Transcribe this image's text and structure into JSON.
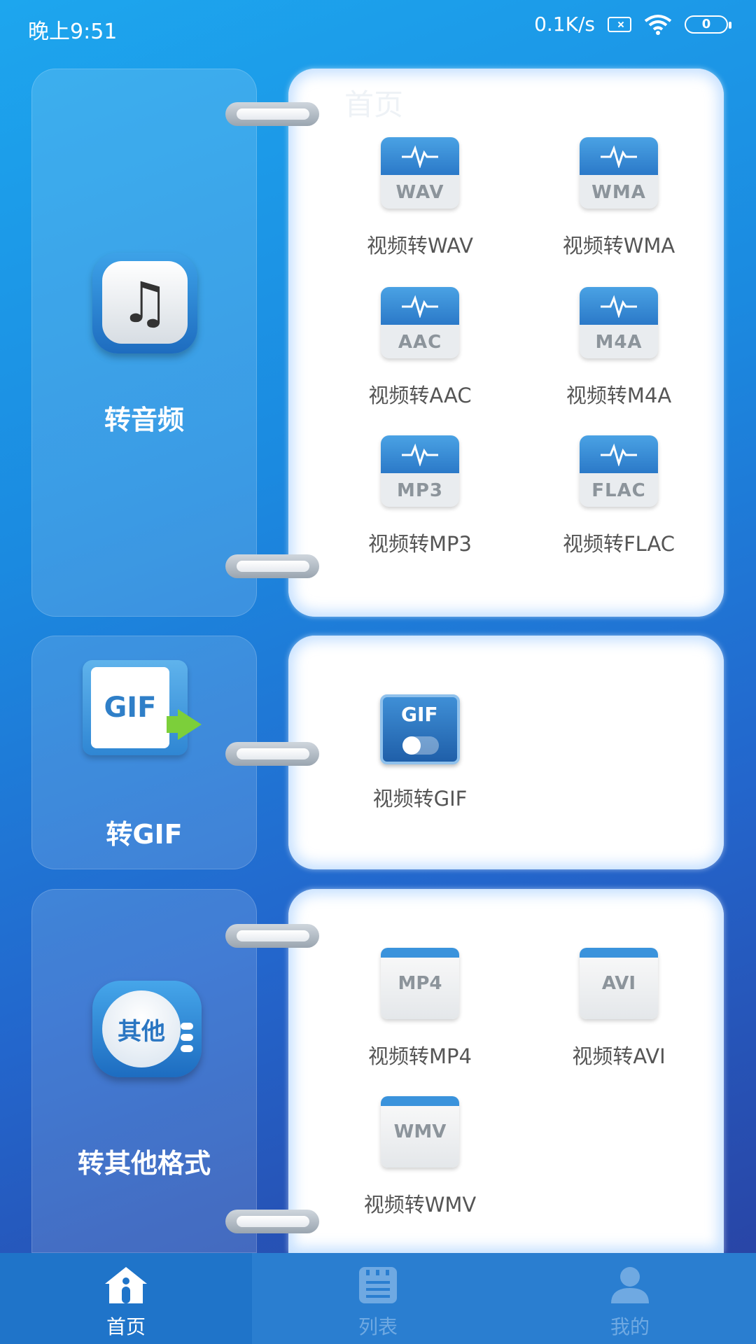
{
  "status": {
    "time": "晚上9:51",
    "speed": "0.1K/s",
    "battery": "0"
  },
  "page": {
    "title_ghost": "首页"
  },
  "categories": {
    "audio": {
      "label": "转音频",
      "icon": "music-note-icon"
    },
    "gif": {
      "label": "转GIF",
      "icon": "gif-convert-icon",
      "icon_text": "GIF"
    },
    "other": {
      "label": "转其他格式",
      "icon": "other-format-icon",
      "icon_text": "其他"
    }
  },
  "audio_items": [
    {
      "label": "视频转WAV",
      "ext": "WAV"
    },
    {
      "label": "视频转WMA",
      "ext": "WMA"
    },
    {
      "label": "视频转AAC",
      "ext": "AAC"
    },
    {
      "label": "视频转M4A",
      "ext": "M4A"
    },
    {
      "label": "视频转MP3",
      "ext": "MP3"
    },
    {
      "label": "视频转FLAC",
      "ext": "FLAC"
    }
  ],
  "gif_items": [
    {
      "label": "视频转GIF",
      "ext": "GIF"
    }
  ],
  "other_items": [
    {
      "label": "视频转MP4",
      "ext": "MP4"
    },
    {
      "label": "视频转AVI",
      "ext": "AVI"
    },
    {
      "label": "视频转WMV",
      "ext": "WMV"
    }
  ],
  "nav": [
    {
      "label": "首页",
      "icon": "home-icon",
      "active": true
    },
    {
      "label": "列表",
      "icon": "list-icon",
      "active": false
    },
    {
      "label": "我的",
      "icon": "user-icon",
      "active": false
    }
  ],
  "colors": {
    "accent": "#1f74c9",
    "nav_inactive": "#6fa9e2",
    "label_text": "#555555"
  }
}
